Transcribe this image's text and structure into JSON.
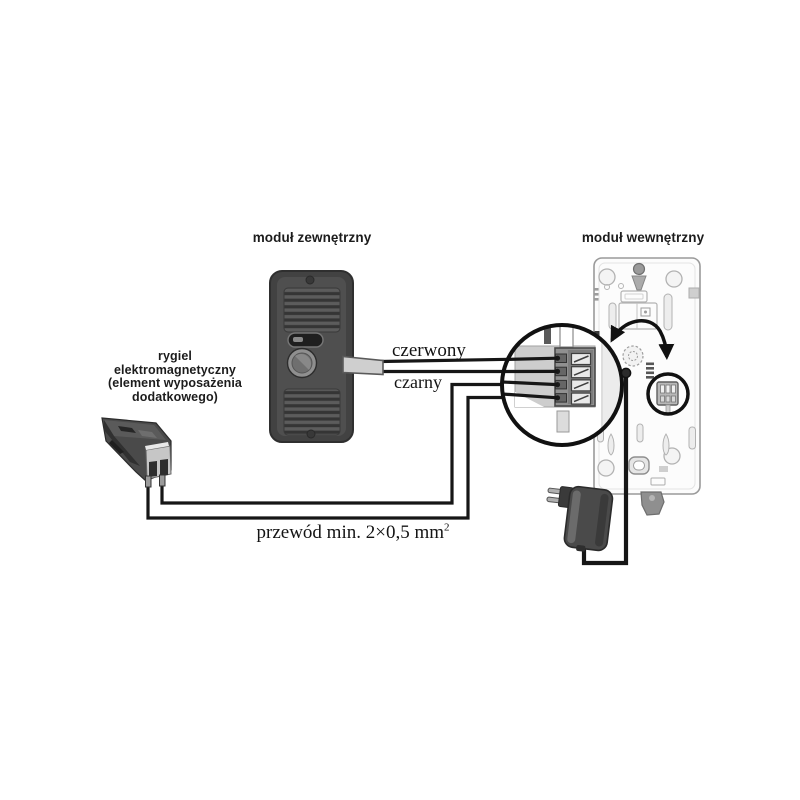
{
  "diagram": {
    "title_external": "moduł zewnętrzny",
    "title_internal": "moduł wewnętrzny",
    "rygiel_lines": [
      "rygiel",
      "elektromagnetyczny",
      "(element wyposażenia",
      "dodatkowego)"
    ],
    "wire_labels": {
      "red": "czerwony",
      "black": "czarny"
    },
    "cable_note": {
      "text": "przewód min. 2×0,5 mm",
      "sup": "2"
    },
    "colors": {
      "background": "#ffffff",
      "wire": "#161616",
      "outline": "#111111",
      "module_dark": "#474747",
      "panel_light": "#fcfcfc",
      "terminal_gray": "#909090",
      "conduit_gray": "#cfcfcf"
    }
  }
}
